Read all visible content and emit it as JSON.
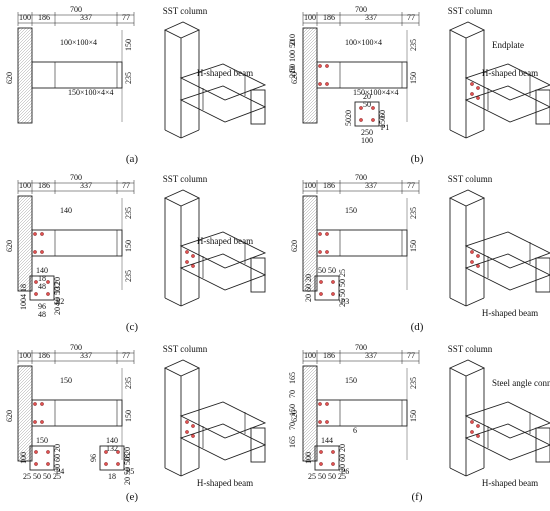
{
  "panels": [
    {
      "caption": "(a)",
      "column_label": "SST column",
      "beam_label": "H-shaped beam",
      "extra_label": "",
      "top_dims": [
        "700",
        "100",
        "186",
        "337",
        "77"
      ],
      "height_dim": "620",
      "right_dims": [
        "150",
        "235"
      ],
      "notes": [
        "100×100×4",
        "150×100×4×4"
      ]
    },
    {
      "caption": "(b)",
      "column_label": "SST column",
      "beam_label": "H-shaped beam",
      "extra_label": "Endplate",
      "top_dims": [
        "700",
        "100",
        "186",
        "337",
        "77"
      ],
      "height_dim": "620",
      "right_dims": [
        "235",
        "150"
      ],
      "notes": [
        "100×100×4",
        "150×100×4×4"
      ],
      "left_dims": [
        "210",
        "50 100 50",
        "210"
      ],
      "plate": {
        "name": "P1",
        "dims": [
          "20",
          "60",
          "20",
          "250",
          "50",
          "150",
          "50",
          "100"
        ]
      }
    },
    {
      "caption": "(c)",
      "column_label": "SST column",
      "beam_label": "H-shaped beam",
      "extra_label": "",
      "top_dims": [
        "700",
        "100",
        "186",
        "337",
        "77"
      ],
      "height_dim": "620",
      "right_dims": [
        "235",
        "150",
        "235"
      ],
      "notes": [
        "140"
      ],
      "plate": {
        "name": "P2",
        "dims": [
          "140",
          "132",
          "18",
          "96",
          "18",
          "20 50 50 20",
          "4",
          "48",
          "48",
          "4",
          "100"
        ]
      }
    },
    {
      "caption": "(d)",
      "column_label": "SST column",
      "beam_label": "H-shaped beam",
      "extra_label": "",
      "top_dims": [
        "700",
        "100",
        "186",
        "337",
        "77"
      ],
      "height_dim": "620",
      "right_dims": [
        "235",
        "150"
      ],
      "notes": [
        "150"
      ],
      "plate": {
        "name": "P3",
        "dims": [
          "50 50",
          "25 50 50 25",
          "20 60 20"
        ]
      }
    },
    {
      "caption": "(e)",
      "column_label": "SST column",
      "beam_label": "H-shaped beam",
      "extra_label": "",
      "top_dims": [
        "700",
        "100",
        "186",
        "337",
        "77"
      ],
      "height_dim": "620",
      "right_dims": [
        "235",
        "150"
      ],
      "notes": [
        "150"
      ],
      "plate": {
        "name": "P4",
        "dims": [
          "150",
          "20 60 20",
          "100",
          "25 50 50 25"
        ]
      },
      "plate2": {
        "name": "P5",
        "dims": [
          "140",
          "18",
          "96",
          "18",
          "132",
          "20 50 50 20"
        ]
      }
    },
    {
      "caption": "(f)",
      "column_label": "SST column",
      "beam_label": "H-shaped beam",
      "extra_label": "Steel angle connector",
      "top_dims": [
        "700",
        "100",
        "186",
        "337",
        "77"
      ],
      "height_dim": "620",
      "right_dims": [
        "235",
        "150"
      ],
      "notes": [
        "150",
        "6"
      ],
      "left_dims": [
        "165",
        "70",
        "150",
        "70",
        "165"
      ],
      "plate": {
        "name": "P6",
        "dims": [
          "144",
          "20 60 20",
          "100",
          "25 50 50 25"
        ]
      }
    }
  ]
}
